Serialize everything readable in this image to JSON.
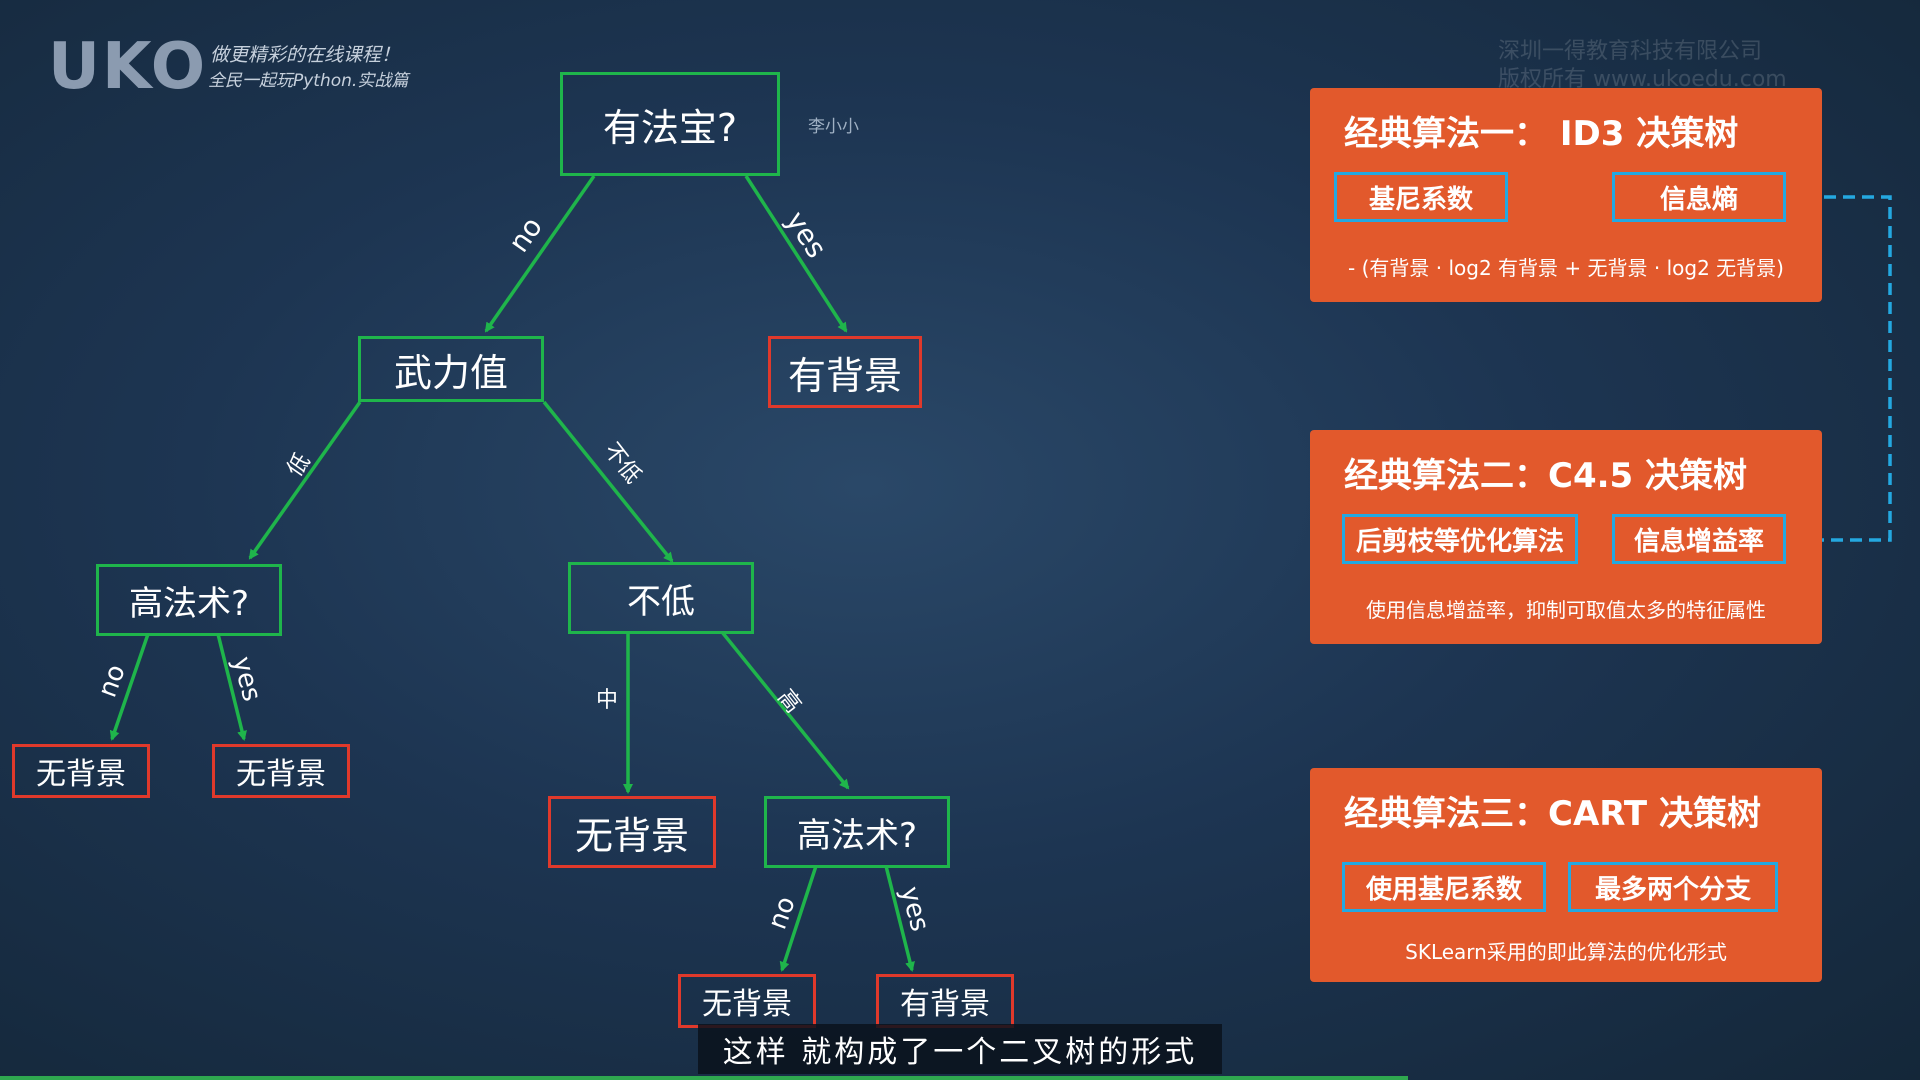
{
  "logo": {
    "brand": "UKO",
    "tagline_1": "做更精彩的在线课程！",
    "tagline_2": "全民一起玩Python.实战篇"
  },
  "watermark": {
    "line_1": "深圳一得教育科技有限公司",
    "line_2": "版权所有 www.ukoedu.com"
  },
  "author": "李小小",
  "tree": {
    "nodes": {
      "root": {
        "label": "有法宝?",
        "kind": "decision"
      },
      "force": {
        "label": "武力值",
        "kind": "decision"
      },
      "leaf_root_yes": {
        "label": "有背景",
        "kind": "leaf"
      },
      "magic_low": {
        "label": "高法术?",
        "kind": "decision"
      },
      "not_low": {
        "label": "不低",
        "kind": "decision"
      },
      "leaf_ml_no": {
        "label": "无背景",
        "kind": "leaf"
      },
      "leaf_ml_yes": {
        "label": "无背景",
        "kind": "leaf"
      },
      "leaf_mid": {
        "label": "无背景",
        "kind": "leaf"
      },
      "magic_high": {
        "label": "高法术?",
        "kind": "decision"
      },
      "leaf_mh_no": {
        "label": "无背景",
        "kind": "leaf"
      },
      "leaf_mh_yes": {
        "label": "有背景",
        "kind": "leaf"
      }
    },
    "edges": {
      "root_no": "no",
      "root_yes": "yes",
      "force_low": "低",
      "force_notlow": "不低",
      "ml_no": "no",
      "ml_yes": "yes",
      "nl_mid": "中",
      "nl_high": "高",
      "mh_no": "no",
      "mh_yes": "yes"
    }
  },
  "cards": [
    {
      "title": "经典算法一： ID3 决策树",
      "chips": [
        "基尼系数",
        "信息熵"
      ],
      "note": "- (有背景 · log2 有背景 + 无背景 · log2 无背景)"
    },
    {
      "title": "经典算法二：C4.5 决策树",
      "chips": [
        "后剪枝等优化算法",
        "信息增益率"
      ],
      "note": "使用信息增益率，抑制可取值太多的特征属性"
    },
    {
      "title": "经典算法三：CART 决策树",
      "chips": [
        "使用基尼系数",
        "最多两个分支"
      ],
      "note": "SKLearn采用的即此算法的优化形式"
    }
  ],
  "subtitle": "这样 就构成了一个二叉树的形式",
  "colors": {
    "decision_border": "#1fb54b",
    "leaf_border": "#e0392b",
    "card_bg": "#e2592c",
    "chip_border": "#24a8e0",
    "edge": "#1fb54b",
    "connector": "#24a8e0"
  }
}
